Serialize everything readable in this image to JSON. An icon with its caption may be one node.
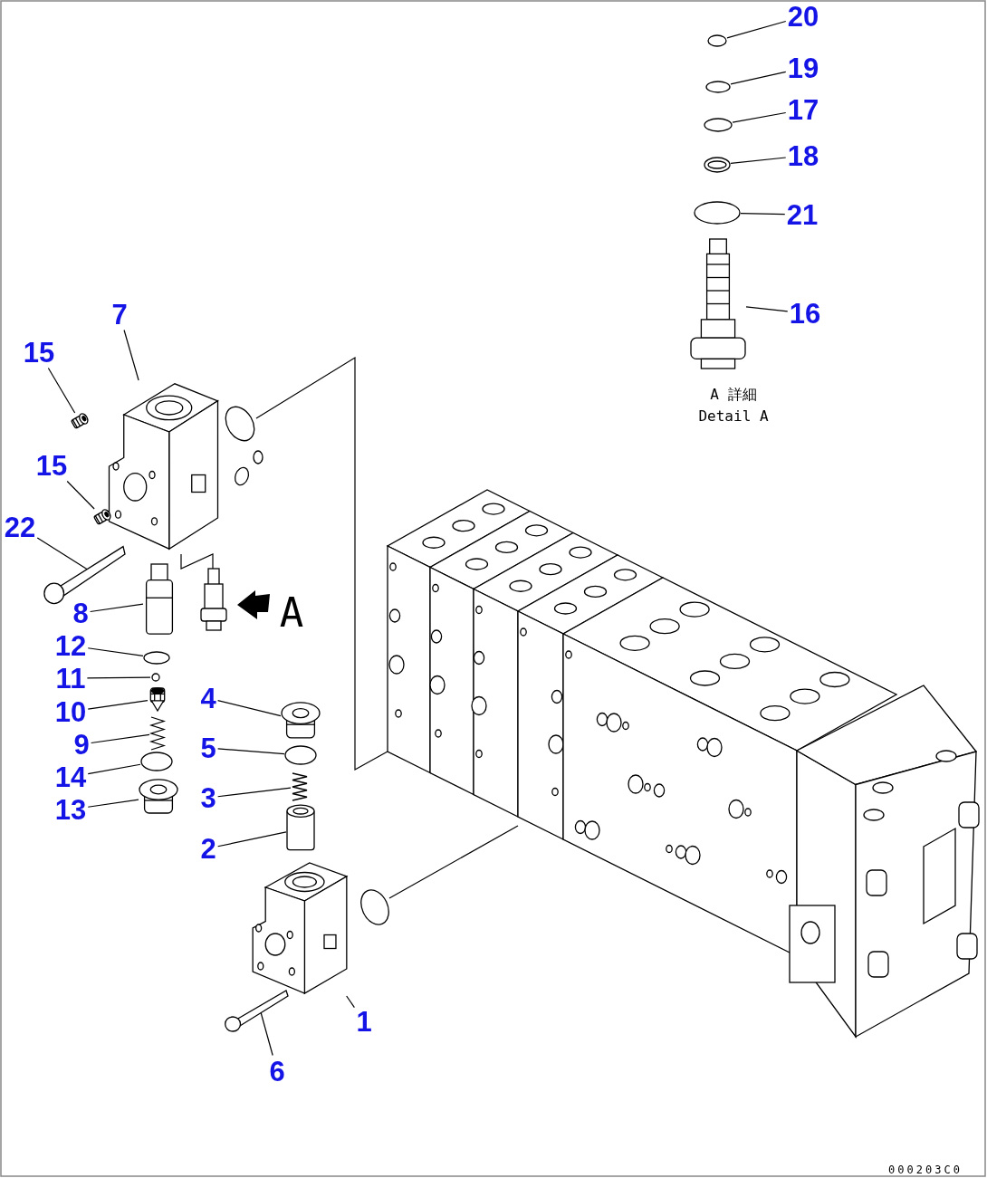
{
  "diagram": {
    "nodes": [
      {
        "text": [
          "20"
        ]
      },
      {
        "text": [
          "19"
        ]
      },
      {
        "text": [
          "17"
        ]
      },
      {
        "text": [
          "18"
        ]
      },
      {
        "text": [
          "21"
        ]
      },
      {
        "text": [
          "16"
        ]
      },
      {
        "text": [
          "7"
        ]
      },
      {
        "text": [
          "15"
        ]
      },
      {
        "text": [
          "15"
        ]
      },
      {
        "text": [
          "22"
        ]
      },
      {
        "text": [
          "8"
        ]
      },
      {
        "text": [
          "12"
        ]
      },
      {
        "text": [
          "11"
        ]
      },
      {
        "text": [
          "4"
        ]
      },
      {
        "text": [
          "10"
        ]
      },
      {
        "text": [
          "5"
        ]
      },
      {
        "text": [
          "9"
        ]
      },
      {
        "text": [
          "14"
        ]
      },
      {
        "text": [
          "3"
        ]
      },
      {
        "text": [
          "13"
        ]
      },
      {
        "text": [
          "2"
        ]
      },
      {
        "text": [
          "1"
        ]
      },
      {
        "text": [
          "6"
        ]
      },
      {
        "text": [],
        "shape": "circle"
      },
      {
        "text": [],
        "shape": "circle"
      },
      {
        "text": [],
        "shape": "circle"
      },
      {
        "text": [],
        "shape": "picture"
      },
      {
        "text": [],
        "shape": "circle"
      },
      {
        "text": [],
        "shape": "picture"
      },
      {
        "text": [],
        "shape": "picture"
      },
      {
        "text": [],
        "shape": "picture"
      },
      {
        "text": [],
        "shape": "picture"
      },
      {
        "text": [],
        "shape": "picture"
      },
      {
        "text": [],
        "shape": "picture"
      },
      {
        "text": [],
        "shape": "circle"
      },
      {
        "text": [],
        "shape": "circle"
      },
      {
        "text": [],
        "shape": "picture"
      },
      {
        "text": [],
        "shape": "picture"
      },
      {
        "text": [],
        "shape": "picture"
      },
      {
        "text": [],
        "shape": "circle"
      },
      {
        "text": [],
        "shape": "circle"
      },
      {
        "text": [],
        "shape": "picture"
      },
      {
        "text": [],
        "shape": "picture"
      },
      {
        "text": [],
        "shape": "cylinder"
      },
      {
        "text": [],
        "shape": "picture"
      },
      {
        "text": [],
        "shape": "picture"
      }
    ],
    "edges": [
      {
        "from": 0,
        "to": 23,
        "arrow": "none"
      },
      {
        "from": 1,
        "to": 24,
        "arrow": "none"
      },
      {
        "from": 2,
        "to": 25,
        "arrow": "none"
      },
      {
        "from": 3,
        "to": 26,
        "arrow": "none"
      },
      {
        "from": 4,
        "to": 27,
        "arrow": "none"
      },
      {
        "from": 5,
        "to": 28,
        "arrow": "none"
      },
      {
        "from": 6,
        "to": 30,
        "arrow": "none"
      },
      {
        "from": 7,
        "to": 29,
        "arrow": "none"
      },
      {
        "from": 8,
        "to": 31,
        "arrow": "none"
      },
      {
        "from": 9,
        "to": 32,
        "arrow": "none"
      },
      {
        "from": 10,
        "to": 33,
        "arrow": "none"
      },
      {
        "from": 11,
        "to": 34,
        "arrow": "none"
      },
      {
        "from": 12,
        "to": 35,
        "arrow": "none"
      },
      {
        "from": 13,
        "to": 37,
        "arrow": "none"
      },
      {
        "from": 14,
        "to": 36,
        "arrow": "none"
      },
      {
        "from": 15,
        "to": 39,
        "arrow": "none"
      },
      {
        "from": 16,
        "to": 38,
        "arrow": "none"
      },
      {
        "from": 17,
        "to": 40,
        "arrow": "none"
      },
      {
        "from": 18,
        "to": 41,
        "arrow": "none"
      },
      {
        "from": 19,
        "to": 42,
        "arrow": "none"
      },
      {
        "from": 20,
        "to": 43,
        "arrow": "none"
      },
      {
        "from": 21,
        "to": 44,
        "arrow": "none"
      },
      {
        "from": 22,
        "to": 45,
        "arrow": "none"
      }
    ],
    "labels": [
      "A",
      "A 詳細",
      "Detail A",
      "000203C0"
    ]
  }
}
